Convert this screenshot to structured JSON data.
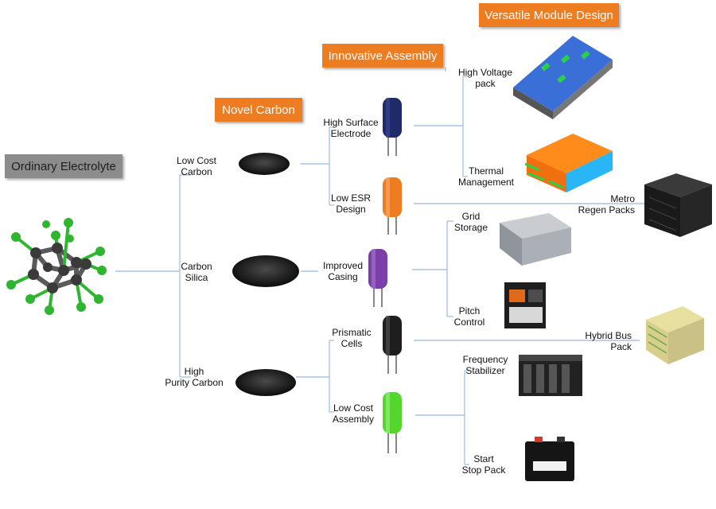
{
  "headers": {
    "ordinary_electrolyte": "Ordinary Electrolyte",
    "novel_carbon": "Novel Carbon",
    "innovative_assembly": "Innovative Assembly",
    "versatile_module_design": "Versatile Module Design"
  },
  "carbon_labels": {
    "low_cost_carbon": "Low Cost\nCarbon",
    "carbon_silica": "Carbon\nSilica",
    "high_purity_carbon": "High\nPurity Carbon"
  },
  "assembly_labels": {
    "high_surface_electrode": "High Surface\nElectrode",
    "low_esr_design": "Low ESR\nDesign",
    "improved_casing": "Improved\nCasing",
    "prismatic_cells": "Prismatic\nCells",
    "low_cost_assembly": "Low Cost\nAssembly"
  },
  "module_labels": {
    "high_voltage_pack": "High Voltage\npack",
    "thermal_management": "Thermal\nManagement",
    "metro_regen_packs": "Metro\nRegen Packs",
    "grid_storage": "Grid\nStorage",
    "pitch_control": "Pitch\nControl",
    "hybrid_bus_pack": "Hybrid Bus\nPack",
    "frequency_stabilizer": "Frequency\nStabilizer",
    "start_stop_pack": "Start\nStop Pack"
  },
  "colors": {
    "connector_line": "#a9c4e3",
    "header_orange": "#ee7d22",
    "header_grey": "#8c8c8c",
    "molecule_carbon": "#3a3a3a",
    "molecule_chlorine": "#2fb52f",
    "capacitor_navy": "#1f2a6b",
    "capacitor_orange": "#ee7d22",
    "capacitor_purple": "#7a3fa8",
    "capacitor_black": "#1e1e1e",
    "capacitor_green": "#55d62e"
  },
  "icons": {
    "molecule": "molecule-icon",
    "carbon_powder": "carbon-powder-icon",
    "capacitor": "capacitor-icon",
    "battery_module": "battery-module-icon"
  }
}
